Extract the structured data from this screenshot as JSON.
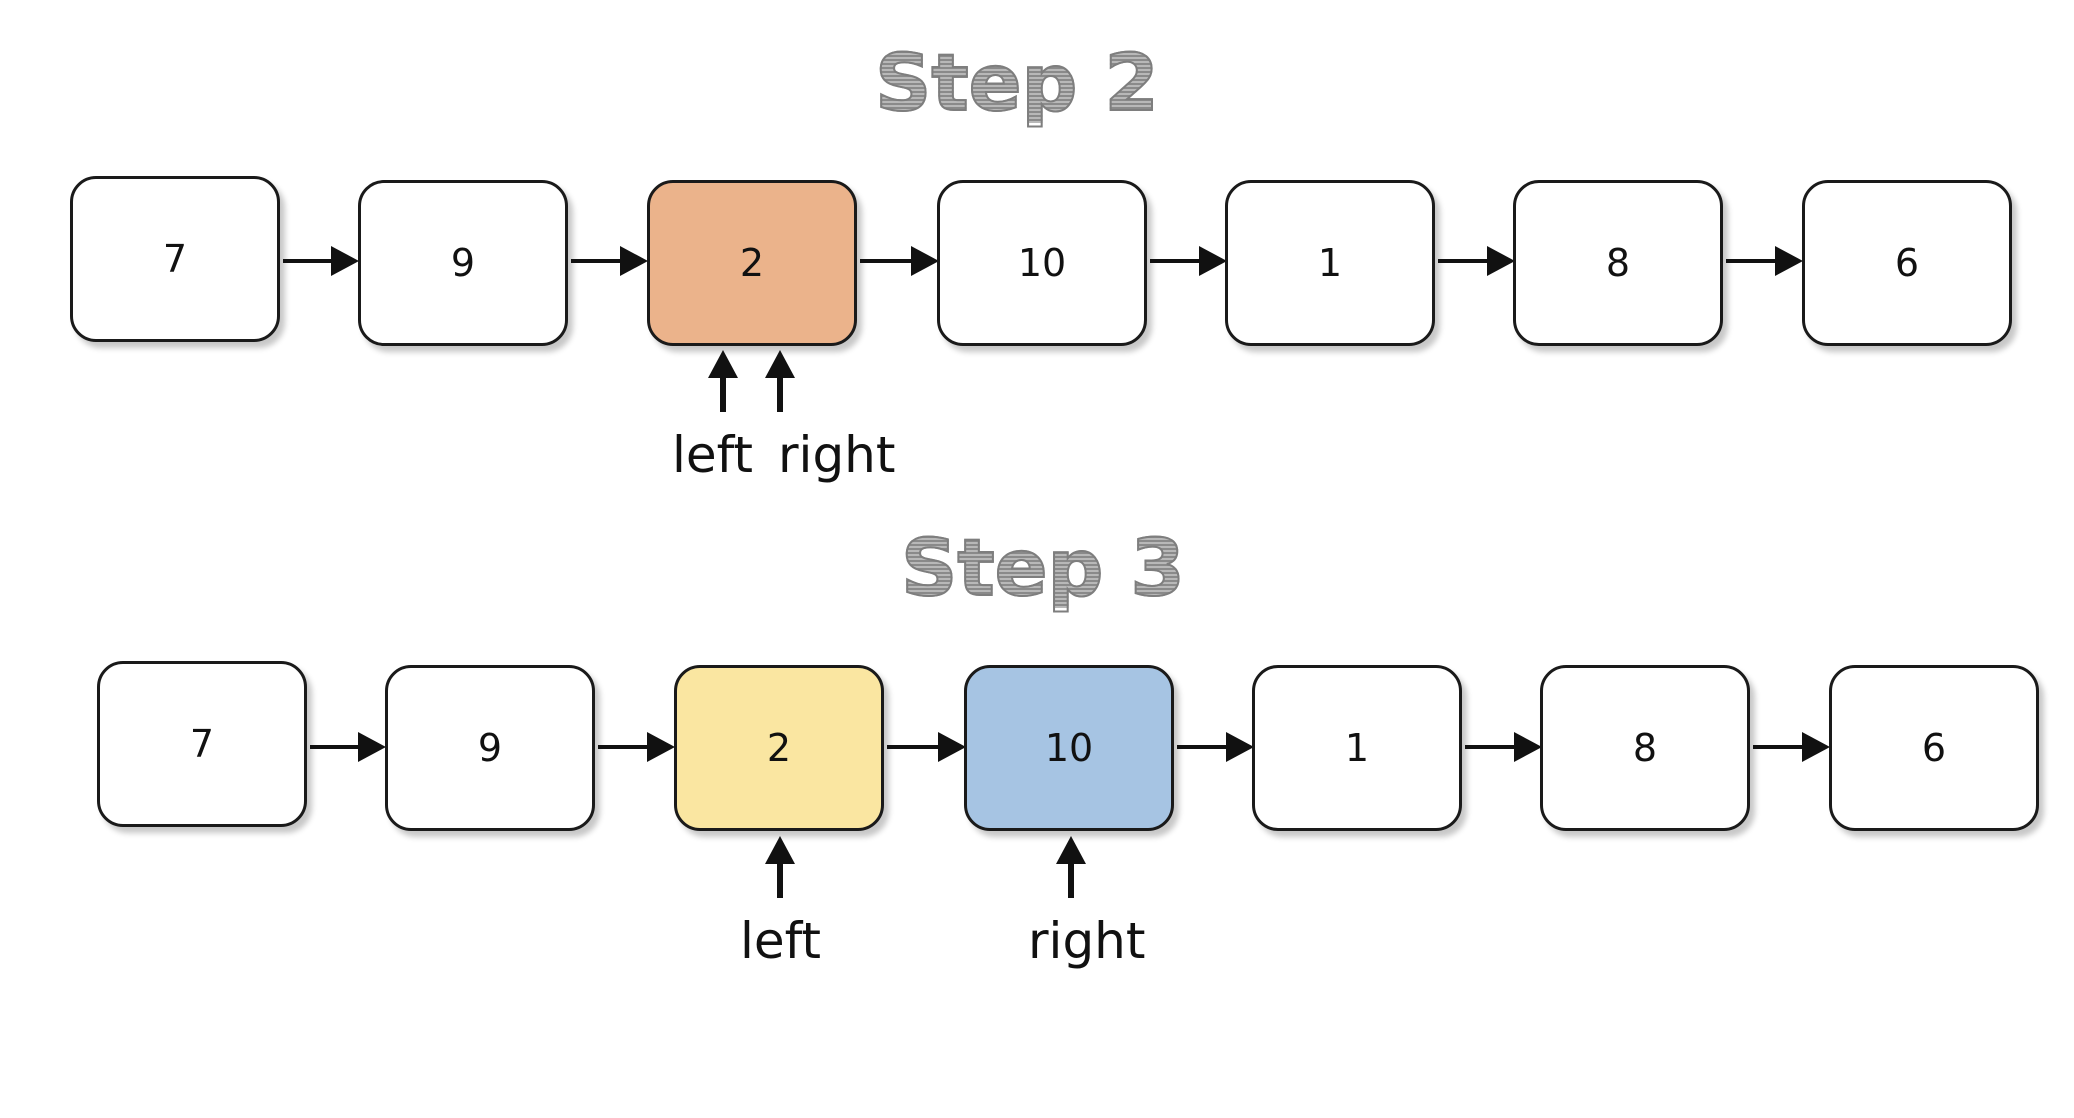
{
  "steps": [
    {
      "title": "Step 2",
      "nodes": [
        "7",
        "9",
        "2",
        "10",
        "1",
        "8",
        "6"
      ],
      "left_label": "left",
      "right_label": "right"
    },
    {
      "title": "Step 3",
      "nodes": [
        "7",
        "9",
        "2",
        "10",
        "1",
        "8",
        "6"
      ],
      "left_label": "left",
      "right_label": "right"
    }
  ],
  "colors": {
    "step2_highlight": "#ebb38b",
    "step3_left_highlight": "#fae6a1",
    "step3_right_highlight": "#a6c4e3"
  }
}
